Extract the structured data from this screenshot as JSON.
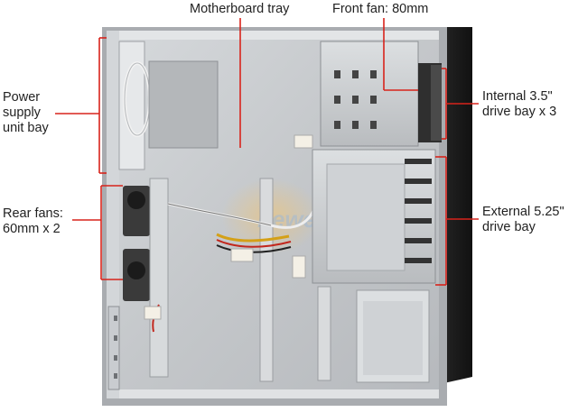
{
  "callouts": {
    "motherboard_tray": "Motherboard tray",
    "front_fan": "Front fan: 80mm",
    "psu_bay_line1": "Power",
    "psu_bay_line2": "supply",
    "psu_bay_line3": "unit bay",
    "internal_bay_line1": "Internal 3.5\"",
    "internal_bay_line2": "drive bay x 3",
    "external_bay_line1": "External 5.25\"",
    "external_bay_line2": "drive bay",
    "rear_fans_line1": "Rear fans:",
    "rear_fans_line2": "60mm x 2"
  },
  "watermark": "newegg.com",
  "colors": {
    "callout_line": "#d8231b",
    "label_text": "#222222",
    "chassis_steel": "#c9ccd0",
    "front_bezel": "#1c1c1c"
  }
}
